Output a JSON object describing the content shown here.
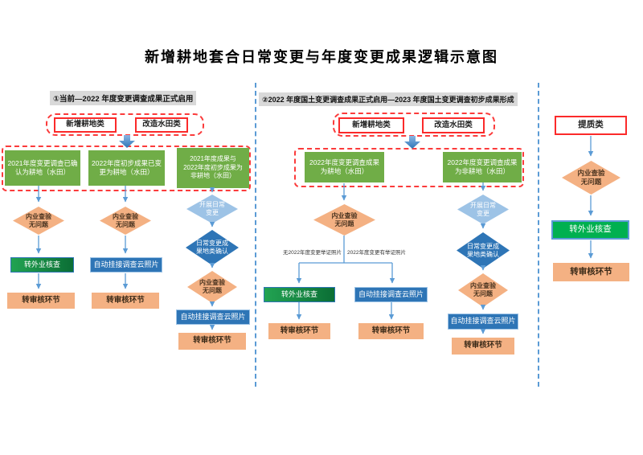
{
  "title": "新增耕地套合日常变更与年度变更成果逻辑示意图",
  "colors": {
    "red_border": "#fb2a2a",
    "green_node": "#70ad47",
    "orange_node": "#f4b183",
    "blue_node": "#2e75b6",
    "light_blue_node": "#9dc3e6",
    "connector_blue": "#5b9bd5",
    "gradient_green_start": "#22a352",
    "gradient_green_end": "#0b6e35",
    "bright_green": "#00b050",
    "header_bg": "#d9d9d9"
  },
  "s1": {
    "header": "①当前—2022 年度变更调查成果正式启用",
    "cat1": "新增耕地类",
    "cat2": "改造水田类",
    "g1": "2021年度变更调查已确\n认为耕地（水田）",
    "g2": "2022年度初步成果已变\n更为耕地（水田）",
    "g3": "2021年度成果与\n2022年度初步成果为\n非耕地（水田）",
    "col1_d1": "内业查验\n无问题",
    "col1_b1": "转外业核查",
    "col1_b2": "转审核环节",
    "col2_d1": "内业查验\n无问题",
    "col2_b1": "自动挂接调查云照片",
    "col2_b2": "转审核环节",
    "col3_d1": "开展日常\n变更",
    "col3_d2": "日常变更成\n果地类确认",
    "col3_d3": "内业查验\n无问题",
    "col3_b1": "自动挂接调查云照片",
    "col3_b2": "转审核环节"
  },
  "s2": {
    "header": "②2022 年度国土变更调查成果正式启用—2023 年度国土变更调查初步成果形成",
    "cat1": "新增耕地类",
    "cat2": "改造水田类",
    "g1": "2022年度变更调查成果\n为耕地（水田）",
    "g2": "2022年度变更调查成果\n为非耕地（水田）",
    "colA_d1": "内业查验\n无问题",
    "colA_label_left": "无2022年度变更举证照片",
    "colA_label_right": "2022年度变更有举证照片",
    "colA_b1": "转外业核查",
    "colA_b2": "自动挂接调查云照片",
    "colA_b3": "转审核环节",
    "colA_b4": "转审核环节",
    "colB_d1": "开展日常\n变更",
    "colB_d2": "日常变更成\n果地类确认",
    "colB_d3": "内业查验\n无问题",
    "colB_b1": "自动挂接调查云照片",
    "colB_b2": "转审核环节"
  },
  "s3": {
    "cat": "提质类",
    "d1": "内业查验\n无问题",
    "b1": "转外业核查",
    "b2": "转审核环节"
  }
}
